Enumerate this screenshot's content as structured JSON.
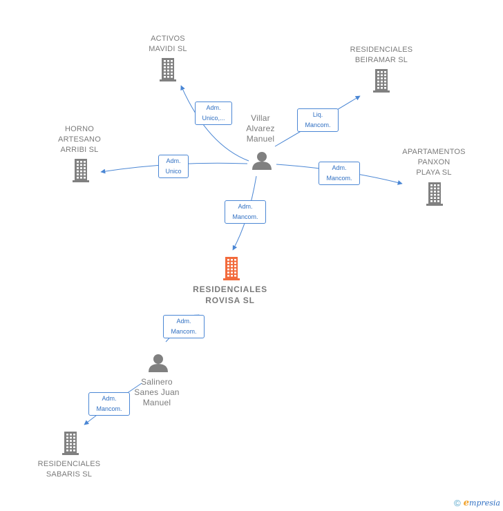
{
  "colors": {
    "building": "#808080",
    "building_focus": "#f26a3b",
    "person": "#808080",
    "edge": "#4a86d4",
    "label": "#7a7a7a"
  },
  "nodes": [
    {
      "id": "activos",
      "type": "company",
      "label": "ACTIVOS\nMAVIDI SL",
      "icon": "building-icon"
    },
    {
      "id": "beiramar",
      "type": "company",
      "label": "RESIDENCIALES\nBEIRAMAR SL",
      "icon": "building-icon"
    },
    {
      "id": "horno",
      "type": "company",
      "label": "HORNO\nARTESANO\nARRIBI  SL",
      "icon": "building-icon"
    },
    {
      "id": "panxon",
      "type": "company",
      "label": "APARTAMENTOS\nPANXON\nPLAYA SL",
      "icon": "building-icon"
    },
    {
      "id": "villar",
      "type": "person",
      "label": "Villar\nAlvarez\nManuel",
      "icon": "person-icon"
    },
    {
      "id": "rovisa",
      "type": "company",
      "focus": true,
      "label": "RESIDENCIALES\nROVISA  SL",
      "icon": "building-icon"
    },
    {
      "id": "salinero",
      "type": "person",
      "label": "Salinero\nSanes Juan\nManuel",
      "icon": "person-icon"
    },
    {
      "id": "sabaris",
      "type": "company",
      "label": "RESIDENCIALES\nSABARIS  SL",
      "icon": "building-icon"
    }
  ],
  "edges": [
    {
      "from": "villar",
      "to": "activos",
      "label": "Adm.\nUnico,..."
    },
    {
      "from": "villar",
      "to": "beiramar",
      "label": "Liq.\nMancom."
    },
    {
      "from": "villar",
      "to": "horno",
      "label": "Adm.\nUnico"
    },
    {
      "from": "villar",
      "to": "panxon",
      "label": "Adm.\nMancom."
    },
    {
      "from": "villar",
      "to": "rovisa",
      "label": "Adm.\nMancom."
    },
    {
      "from": "salinero",
      "to": "rovisa",
      "label": "Adm.\nMancom."
    },
    {
      "from": "salinero",
      "to": "sabaris",
      "label": "Adm.\nMancom."
    }
  ],
  "footer": {
    "copyright": "©",
    "brand_initial": "e",
    "brand_rest": "mpresia"
  }
}
